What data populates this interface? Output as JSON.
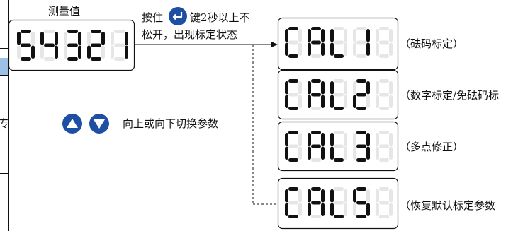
{
  "measure_label": "测量值",
  "main_display": {
    "digits": [
      "5",
      "4",
      "3",
      "2",
      "1"
    ]
  },
  "enter_key_icon": "enter-key-icon",
  "hold_instruction": {
    "prefix": "按住",
    "suffix": "键2秒以上不",
    "line2": "松开，出现标定状态"
  },
  "arrows_instruction": {
    "up_icon": "up-arrow-icon",
    "down_icon": "down-arrow-icon",
    "text": "向上或向下切换参数"
  },
  "left_edge_glyph": "专",
  "modes": [
    {
      "code": [
        "C",
        "A",
        "L",
        "1"
      ],
      "desc": "（砝码标定）"
    },
    {
      "code": [
        "C",
        "A",
        "L",
        "2"
      ],
      "desc": "（数字标定/免砝码标"
    },
    {
      "code": [
        "C",
        "A",
        "L",
        "3"
      ],
      "desc": "（多点修正）"
    },
    {
      "code": [
        "C",
        "A",
        "L",
        "5"
      ],
      "desc": "（恢复默认标定参数"
    }
  ],
  "colors": {
    "segment_on": "#111111",
    "segment_off": "#e6e6e6",
    "accent_blue": "#1e4fa3",
    "edge_blue": "#9cc0e6"
  }
}
